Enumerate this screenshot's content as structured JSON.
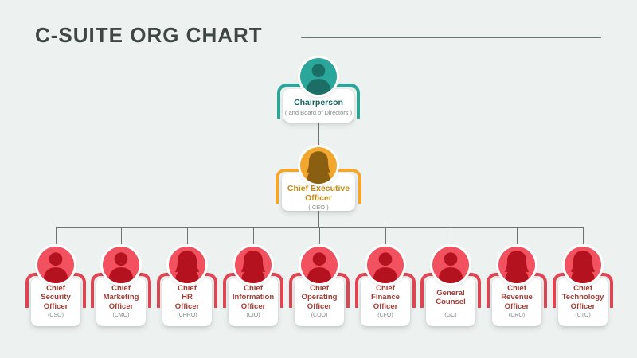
{
  "header": {
    "title": "C-SUITE ORG CHART"
  },
  "colors": {
    "bg": "#edf1ef",
    "heading": "#3e4743",
    "line": "#6b7571",
    "subtext": "#83898a",
    "teal": "#2aa79a",
    "teal_dark": "#1b6e66",
    "teal_text": "#14655e",
    "orange": "#f3a72e",
    "orange_dark": "#8a5f12",
    "orange_text": "#c68a12",
    "red": "#f25160",
    "red_frame": "#e14553",
    "red_dark": "#b5121f",
    "red_text": "#a43b33"
  },
  "chart": {
    "chairperson": {
      "title": "Chairperson",
      "subtitle": "( and Board of Directors )",
      "avatar": "male-silhouette"
    },
    "ceo": {
      "title": "Chief Executive\nOfficer",
      "subtitle": "( CEO )",
      "avatar": "female-silhouette"
    },
    "officers": [
      {
        "title": "Chief\nSecurity\nOfficer",
        "abbr": "(CSO)",
        "avatar": "male-silhouette"
      },
      {
        "title": "Chief\nMarketing\nOfficer",
        "abbr": "(CMO)",
        "avatar": "male-silhouette"
      },
      {
        "title": "Chief\nHR\nOfficer",
        "abbr": "(CHRO)",
        "avatar": "female-silhouette"
      },
      {
        "title": "Chief\nInformation\nOfficer",
        "abbr": "(CIO)",
        "avatar": "female-silhouette"
      },
      {
        "title": "Chief\nOperating\nOfficer",
        "abbr": "(COO)",
        "avatar": "male-silhouette"
      },
      {
        "title": "Chief\nFinance\nOfficer",
        "abbr": "(CFO)",
        "avatar": "male-silhouette"
      },
      {
        "title": "General\nCounsel",
        "abbr": "(GC)",
        "avatar": "male-silhouette"
      },
      {
        "title": "Chief\nRevenue\nOfficer",
        "abbr": "(CRO)",
        "avatar": "female-silhouette"
      },
      {
        "title": "Chief\nTechnology\nOfficer",
        "abbr": "(CTO)",
        "avatar": "female-silhouette"
      }
    ]
  }
}
